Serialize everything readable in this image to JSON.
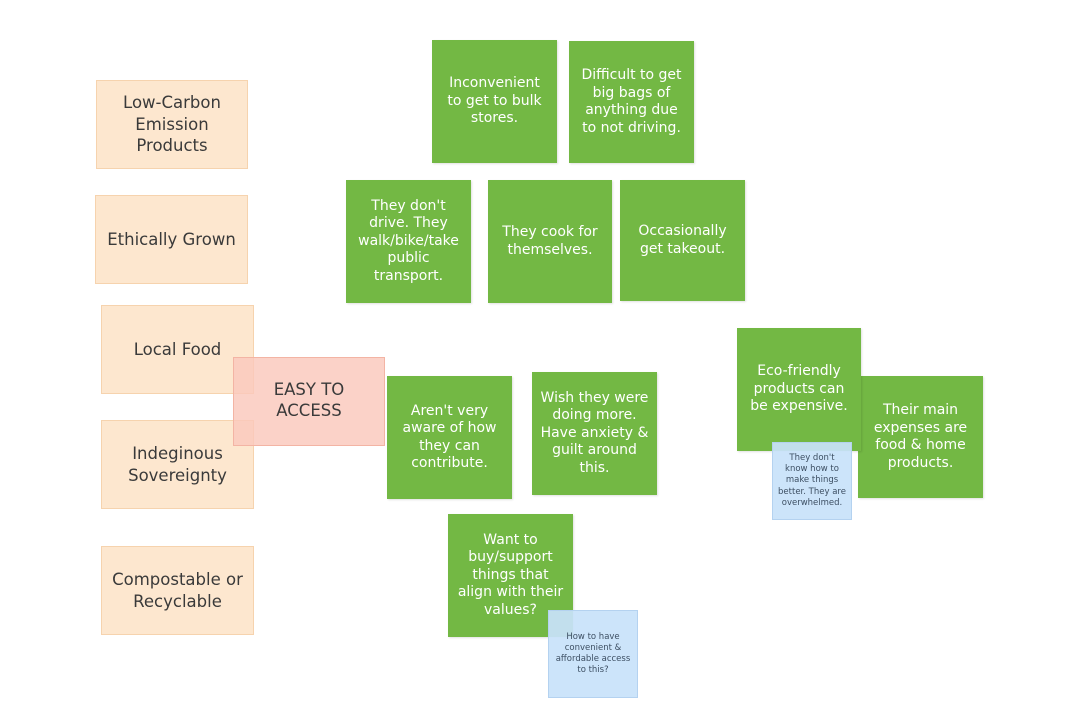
{
  "left_notes": {
    "low_carbon": "Low-Carbon Emission Products",
    "ethically_grown": "Ethically Grown",
    "local_food": "Local Food",
    "indigenous": "Indeginous Sovereignty",
    "compostable": "Compostable or Recyclable"
  },
  "center_note": "EASY TO ACCESS",
  "green_notes": {
    "inconvenient": "Inconvenient to get to bulk stores.",
    "difficult_bags": "Difficult to get big bags of anything due to not driving.",
    "dont_drive": "They don't drive. They walk/bike/take public transport.",
    "cook": "They cook for themselves.",
    "takeout": "Occasionally get takeout.",
    "not_aware": "Aren't very aware of how they can contribute.",
    "wish_more": "Wish they were doing more. Have anxiety & guilt around this.",
    "want_buy": "Want to buy/support things that align with their values?",
    "eco_expensive": "Eco-friendly products can be expensive.",
    "main_expenses": "Their main expenses are food & home products."
  },
  "blue_notes": {
    "overwhelmed": "They don't know how to make things better. They are overwhelmed.",
    "how_access": "How to have convenient & affordable access to this?"
  },
  "colors": {
    "orange": "#fde7cf",
    "pink": "#fac8bc",
    "green": "#73b844",
    "blue": "#c8e2fa"
  }
}
